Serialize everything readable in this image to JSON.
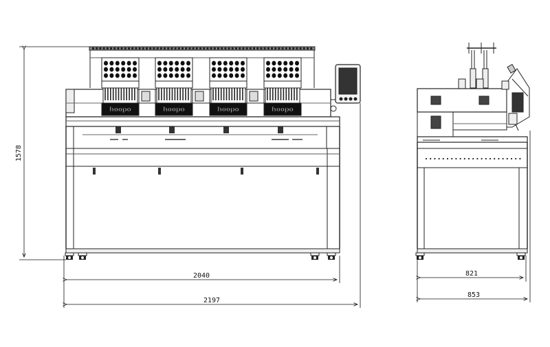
{
  "drawing": {
    "brand": "hoopo",
    "views": [
      "front-view",
      "side-view"
    ],
    "dimensions": {
      "height": "1578",
      "frame_width": "2040",
      "overall_width": "2197",
      "side_depth_inner": "821",
      "side_depth_outer": "853"
    }
  }
}
